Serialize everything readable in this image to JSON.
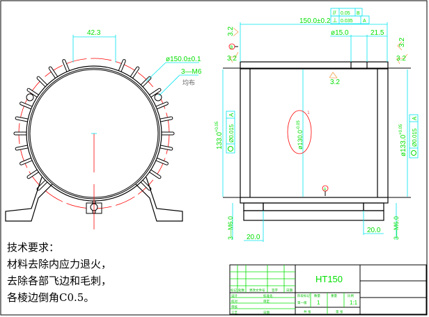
{
  "front_view": {
    "dim_top": "42.3",
    "dim_diameter": "ø150.0±0.1",
    "thread_label": "3—M6",
    "thread_note": "均布"
  },
  "side_view": {
    "length_dim": "150.0±0.2",
    "hole_dia": "ø15.0",
    "hole_offset": "21.5",
    "roughness": "3.2",
    "datum_b": "B",
    "datum_a": "A",
    "tol_parallel": {
      "symbol": "//",
      "value": "0.05",
      "datum": "B"
    },
    "tol_perp": {
      "symbol": "⊥",
      "value": "0.035",
      "datum": "A"
    },
    "left_dia": "133.0",
    "left_dia_tol_upper": "+0.05",
    "left_dia_tol_lower": "0",
    "right_dia": "ø133.0",
    "runout_value": "Ø0.015",
    "runout_datum": "A",
    "bore_dia": "ø130.0",
    "bore_tol_upper": "0",
    "bore_tol_lower": "-0.05",
    "thread_dim": "3—M6.0",
    "foot_width": "20.0",
    "red_mark": "1"
  },
  "notes": {
    "title": "技术要求：",
    "lines": [
      "材料去除内应力退火，",
      "去除各部飞边和毛刺，",
      "各棱边倒角C0.5。"
    ]
  },
  "title_block": {
    "material": "HT150",
    "rev_headers": [
      "标记",
      "处数",
      "更改文件号",
      "签字",
      "日期"
    ],
    "roles": [
      "设计",
      "校对",
      "审核",
      "工艺"
    ],
    "roles2": [
      "标准化",
      "审定",
      "",
      "日期"
    ],
    "stage_headers": [
      "阶段标记",
      "数量",
      "重量",
      "比例"
    ],
    "stage_values": [
      "第一版",
      "1",
      "",
      "1:1"
    ],
    "sheet_info": [
      "共 张",
      "第 张"
    ]
  }
}
